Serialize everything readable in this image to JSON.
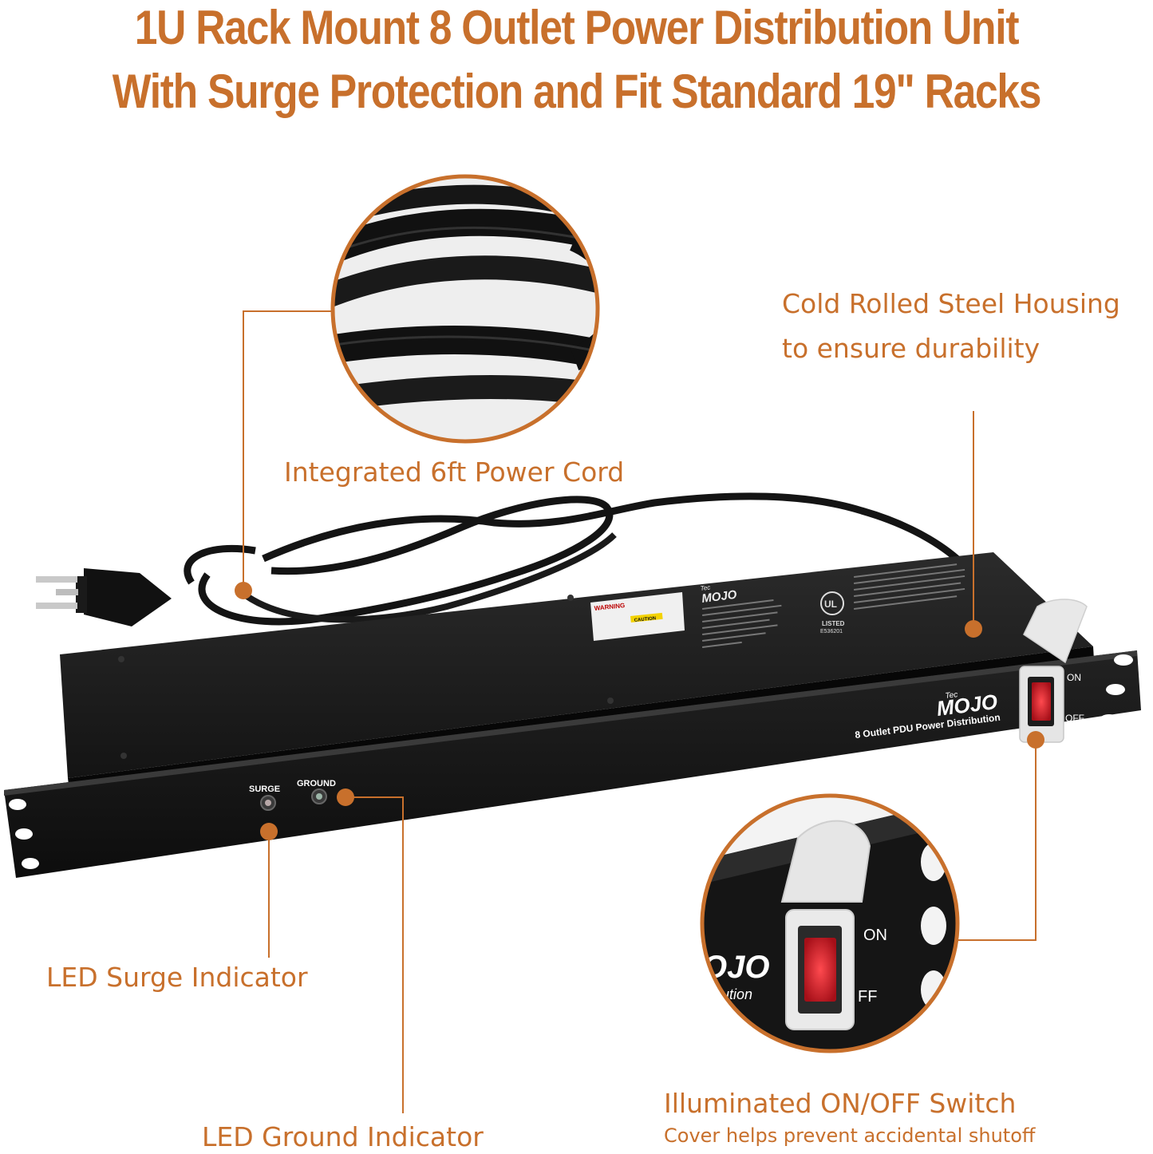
{
  "header": {
    "title_line1": "1U Rack Mount 8 Outlet Power Distribution Unit",
    "title_line2": "With Surge Protection and Fit Standard 19\" Racks"
  },
  "callouts": {
    "power_cord": "Integrated 6ft Power Cord",
    "housing_line1": "Cold Rolled Steel Housing",
    "housing_line2": "to ensure durability",
    "surge": "LED Surge Indicator",
    "ground": "LED Ground Indicator",
    "switch_title": "Illuminated ON/OFF Switch",
    "switch_subtitle": "Cover helps prevent accidental shutoff"
  },
  "device": {
    "brand_small": "Tec",
    "brand": "MOJO",
    "model_label": "8 Outlet PDU Power Distribution",
    "surge_label": "SURGE",
    "ground_label": "GROUND",
    "on_label": "ON",
    "off_label": "OFF",
    "cert_top": "UL",
    "cert_listed": "LISTED",
    "cert_number": "E536201",
    "warning_title": "WARNING",
    "caution_title": "CAUTION"
  },
  "zoom": {
    "on_label": "ON",
    "off_label": "FF",
    "brand_part": "OJO",
    "model_part": "ibution"
  },
  "colors": {
    "accent": "#c8702c",
    "device_body": "#1c1c1c",
    "switch_red": "#d4202a"
  }
}
